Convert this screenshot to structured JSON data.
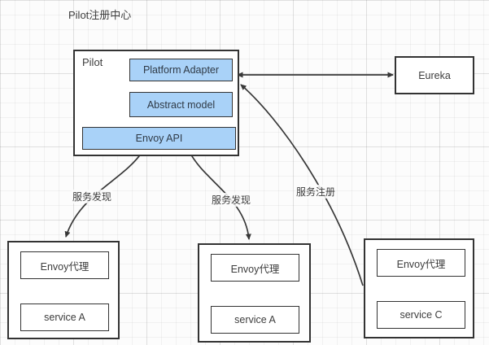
{
  "title": "Pilot注册中心",
  "colors": {
    "node_fill_blue": "#a9d2f8",
    "node_border": "#333333",
    "arrow": "#383838",
    "canvas_grid": "#ececec"
  },
  "pilot": {
    "label": "Pilot",
    "platform_adapter": "Platform Adapter",
    "abstract_model": "Abstract model",
    "envoy_api": "Envoy API"
  },
  "eureka": {
    "label": "Eureka"
  },
  "services": [
    {
      "proxy": "Envoy代理",
      "service": "service A"
    },
    {
      "proxy": "Envoy代理",
      "service": "service A"
    },
    {
      "proxy": "Envoy代理",
      "service": "service C"
    }
  ],
  "edges": {
    "discovery_left": "服务发现",
    "discovery_mid": "服务发现",
    "register": "服务注册"
  }
}
